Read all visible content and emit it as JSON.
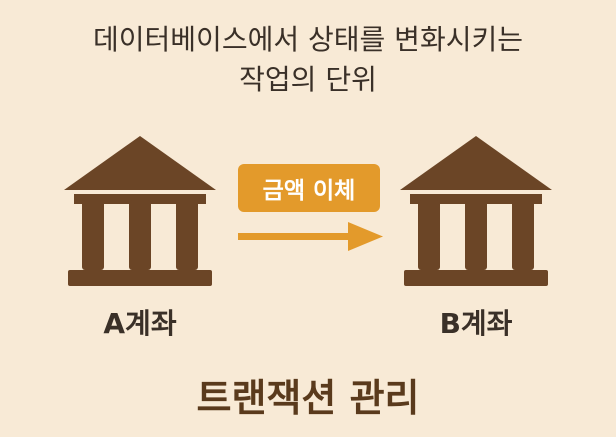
{
  "header": {
    "line1": "데이터베이스에서 상태를 변화시키는",
    "line2": "작업의 단위"
  },
  "accounts": [
    {
      "label": "A계좌",
      "icon": "bank-icon"
    },
    {
      "label": "B계좌",
      "icon": "bank-icon"
    }
  ],
  "transfer": {
    "label": "금액 이체",
    "icon": "arrow-right-icon"
  },
  "footer": {
    "title": "트랜잭션 관리"
  },
  "colors": {
    "background": "#f8ead6",
    "bank_brown": "#6b4526",
    "accent_orange": "#e39a2b",
    "text_dark": "#3a3028",
    "title_brown": "#5a3a1c"
  }
}
